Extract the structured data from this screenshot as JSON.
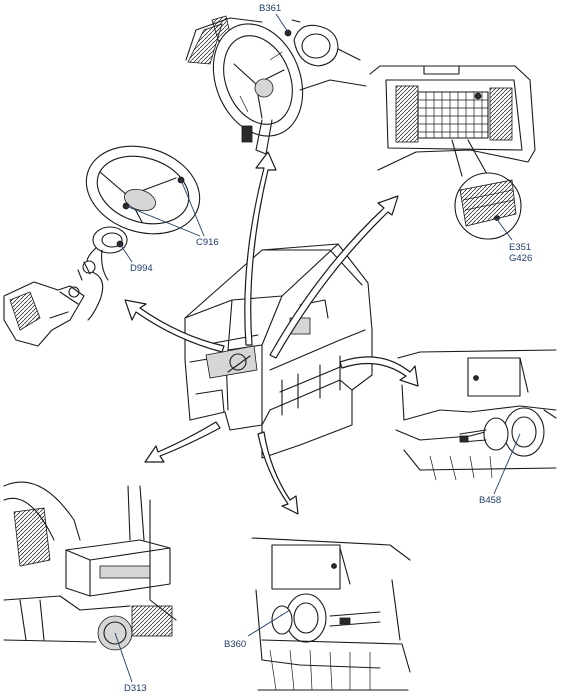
{
  "diagram": {
    "labels": {
      "b361": "B361",
      "e351": "E351",
      "g426": "G426",
      "c916": "C916",
      "d994": "D994",
      "b458": "B458",
      "b360": "B360",
      "d313": "D313"
    }
  }
}
